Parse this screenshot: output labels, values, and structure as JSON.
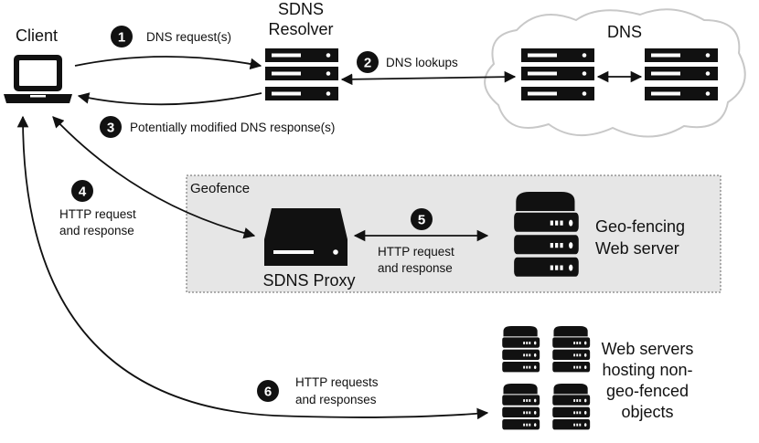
{
  "nodes": {
    "client": "Client",
    "resolver_line1": "SDNS",
    "resolver_line2": "Resolver",
    "dns": "DNS",
    "geofence": "Geofence",
    "proxy": "SDNS Proxy",
    "geo_server_line1": "Geo-fencing",
    "geo_server_line2": "Web server",
    "web_servers_line1": "Web servers",
    "web_servers_line2": "hosting non-",
    "web_servers_line3": "geo-fenced",
    "web_servers_line4": "objects"
  },
  "steps": [
    {
      "num": "1",
      "text": "DNS request(s)"
    },
    {
      "num": "2",
      "text": "DNS lookups"
    },
    {
      "num": "3",
      "text": "Potentially modified DNS response(s)"
    },
    {
      "num": "4",
      "line1": "HTTP request",
      "line2": "and response"
    },
    {
      "num": "5",
      "line1": "HTTP request",
      "line2": "and response"
    },
    {
      "num": "6",
      "line1": "HTTP requests",
      "line2": "and responses"
    }
  ]
}
